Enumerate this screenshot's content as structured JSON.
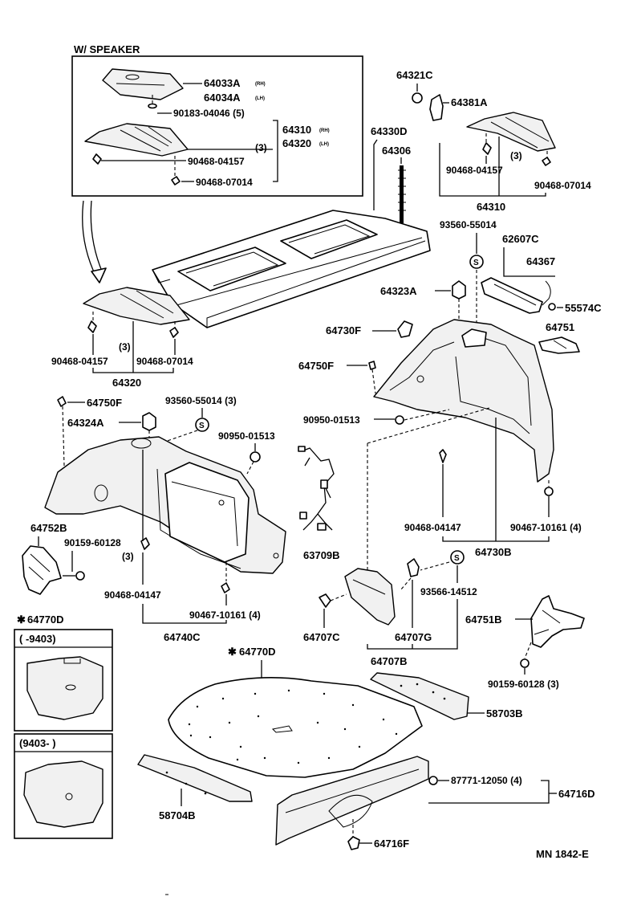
{
  "diagram": {
    "inset_title": "W/ SPEAKER",
    "catalog_code": "MN  1842-E",
    "inset_labels": {
      "p64033a": "64033A",
      "p64034a": "64034A",
      "rh1": "(RH)",
      "lh1": "(LH)",
      "p90183": "90183-04046 (5)",
      "p64310": "64310",
      "p64320": "64320",
      "rh2": "(RH)",
      "lh2": "(LH)",
      "qty3": "(3)",
      "p90468a": "90468-04157",
      "p90468b": "90468-07014"
    },
    "labels": {
      "l64321c": "64321C",
      "l64381a": "64381A",
      "l64330d": "64330D",
      "l64306": "64306",
      "r_qty3": "(3)",
      "r90468a": "90468-04157",
      "r90468b": "90468-07014",
      "r64310": "64310",
      "l93560a": "93560-55014",
      "l62607c": "62607C",
      "l64367": "64367",
      "l64323a": "64323A",
      "l55574c": "55574C",
      "l64730f": "64730F",
      "l64751": "64751",
      "l_qty3": "(3)",
      "l90468a": "90468-04157",
      "l90468b": "90468-07014",
      "l64320": "64320",
      "l64750f_r": "64750F",
      "l64750f_l": "64750F",
      "l93560b": "93560-55014 (3)",
      "l64324a": "64324A",
      "l90950a": "90950-01513",
      "l90950b": "90950-01513",
      "l64752b": "64752B",
      "l90159a": "90159-60128",
      "l90159a_qty": "(3)",
      "l63709b": "63709B",
      "l90468c": "90468-04147",
      "l90467a": "90467-10161 (4)",
      "l64740c": "64740C",
      "l90468d": "90468-04147",
      "l90467b": "90467-10161 (4)",
      "l64730b": "64730B",
      "l93566": "93566-14512",
      "l64707c": "64707C",
      "l64707g": "64707G",
      "l64707b": "64707B",
      "l64751b": "64751B",
      "l90159b": "90159-60128 (3)",
      "l64770d_box": "64770D",
      "l64770d_main": "64770D",
      "range1": "(      -9403)",
      "range2": "(9403-      )",
      "l58703b": "58703B",
      "l58704b": "58704B",
      "l87771": "87771-12050 (4)",
      "l64716d": "64716D",
      "l64716f": "64716F"
    }
  }
}
